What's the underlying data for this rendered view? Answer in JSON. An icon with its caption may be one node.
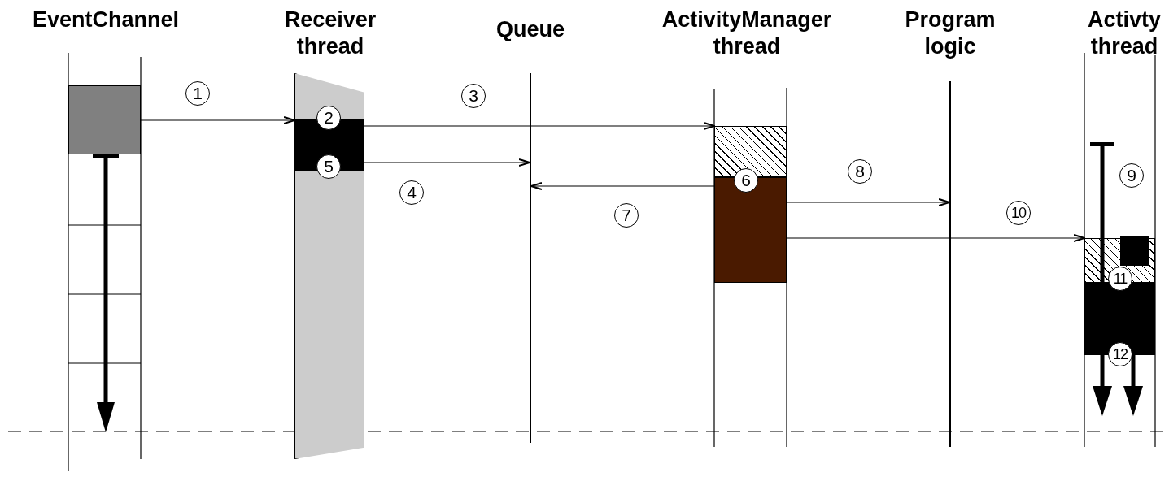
{
  "diagram": {
    "nodes": [
      {
        "text": [],
        "shape": "box"
      },
      {
        "text": [],
        "shape": "box"
      },
      {
        "text": [
          "5"
        ],
        "in": 1,
        "beside": [
          "2"
        ]
      },
      {
        "text": [],
        "shape": "line"
      },
      {
        "text": [],
        "shape": "box"
      },
      {
        "text": [],
        "shape": "box"
      },
      {
        "text": [],
        "shape": "line"
      },
      {
        "text": [],
        "shape": "box"
      },
      {
        "text": [],
        "shape": "box"
      }
    ],
    "edges": [
      {
        "from": 0,
        "to": 2,
        "arrow": "to",
        "label": "1"
      },
      {
        "from": 2,
        "to": 4,
        "arrow": "to",
        "label": "3"
      },
      {
        "from": 2,
        "to": 3,
        "arrow": "to",
        "label": "4"
      },
      {
        "from": 5,
        "to": 3,
        "arrow": "to",
        "label": "7"
      },
      {
        "from": 5,
        "to": 6,
        "arrow": "to",
        "label": "8"
      },
      {
        "from": 5,
        "to": 7,
        "arrow": "to",
        "label": "10"
      }
    ],
    "labels": [
      "EventChannel",
      "Receiver thread",
      "Queue",
      "ActivityManager thread",
      "Program logic",
      "Activty thread",
      "6",
      "9",
      "11",
      "12"
    ]
  }
}
